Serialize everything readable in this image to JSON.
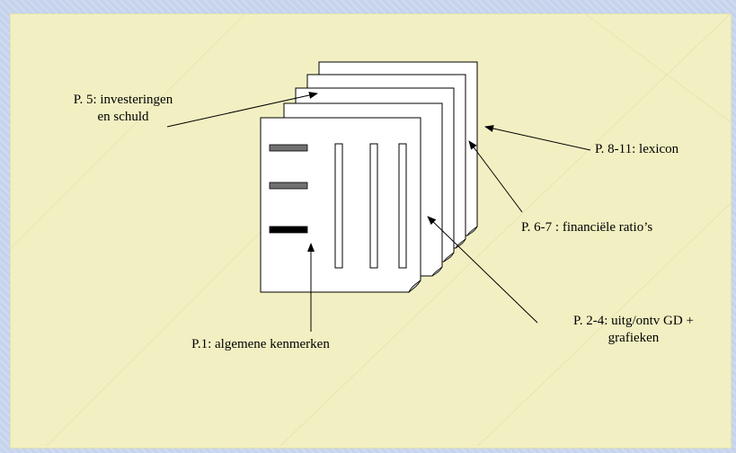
{
  "diagram": {
    "labels": {
      "investeringen": "P. 5: investeringen en schuld",
      "investeringen_line1": "P. 5: investeringen",
      "investeringen_line2": "en schuld",
      "lexicon": "P. 8-11: lexicon",
      "ratios": "P. 6-7 : financiële ratio’s",
      "uitgaven_line1": "P. 2-4: uitg/ontv GD +",
      "uitgaven_line2": "grafieken",
      "algemeen": "P.1: algemene kenmerken"
    },
    "colors": {
      "slide_background": "#f2f0c2",
      "outer_background": "#c9d6ee",
      "page_fill": "#ffffff",
      "page_stroke": "#000000",
      "bar_dark": "#000000",
      "bar_grey": "#707070"
    },
    "document_stack": {
      "page_count": 5
    }
  }
}
